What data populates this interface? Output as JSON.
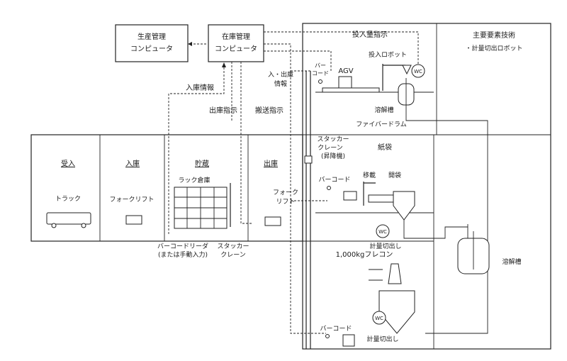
{
  "boxes": {
    "production_computer": [
      "生産管理",
      "コンピュータ"
    ],
    "inventory_computer": [
      "在庫管理",
      "コンピュータ"
    ]
  },
  "stages": {
    "receiving": "受入",
    "storing": "入庫",
    "storage": "貯蔵",
    "shipping": "出庫"
  },
  "labels": {
    "feed_instruction": "投入量指示",
    "key_tech_title": "主要要素技術",
    "key_tech_item": "・計量切出ロボット",
    "storing_info": "入庫情報",
    "io_info": [
      "入・出庫",
      "情報"
    ],
    "shipping_instruction": "出庫指示",
    "transport_instruction": "搬送指示",
    "barcode_top": [
      "バー",
      "コード"
    ],
    "agv": "AGV",
    "feed_robot": "投入ロボット",
    "wc1": "WC",
    "dissolve_tank1": "溶解槽",
    "fiber_drum": "ファイバードラム",
    "stacker_crane_right": [
      "スタッカー",
      "クレーン",
      "(昇降機)"
    ],
    "paper_bag": "紙袋",
    "barcode_mid": "バーコード",
    "transfer": "移載",
    "open_bag": "開袋",
    "forklift_ship": [
      "フォーク",
      "リフト"
    ],
    "wc2": "WC",
    "weigh_cut1": "計量切出し",
    "truck": "トラック",
    "forklift_store": "フォークリフト",
    "rack_warehouse": "ラック倉庫",
    "barcode_reader": [
      "バーコードリーダ",
      "(または手動入力)"
    ],
    "stacker_crane_left": [
      "スタッカー",
      "クレーン"
    ],
    "flexible_container": "1,000kgフレコン",
    "dissolve_tank2": "溶解槽",
    "wc3": "WC",
    "barcode_bottom": "バーコード",
    "weigh_cut2": "計量切出し"
  }
}
